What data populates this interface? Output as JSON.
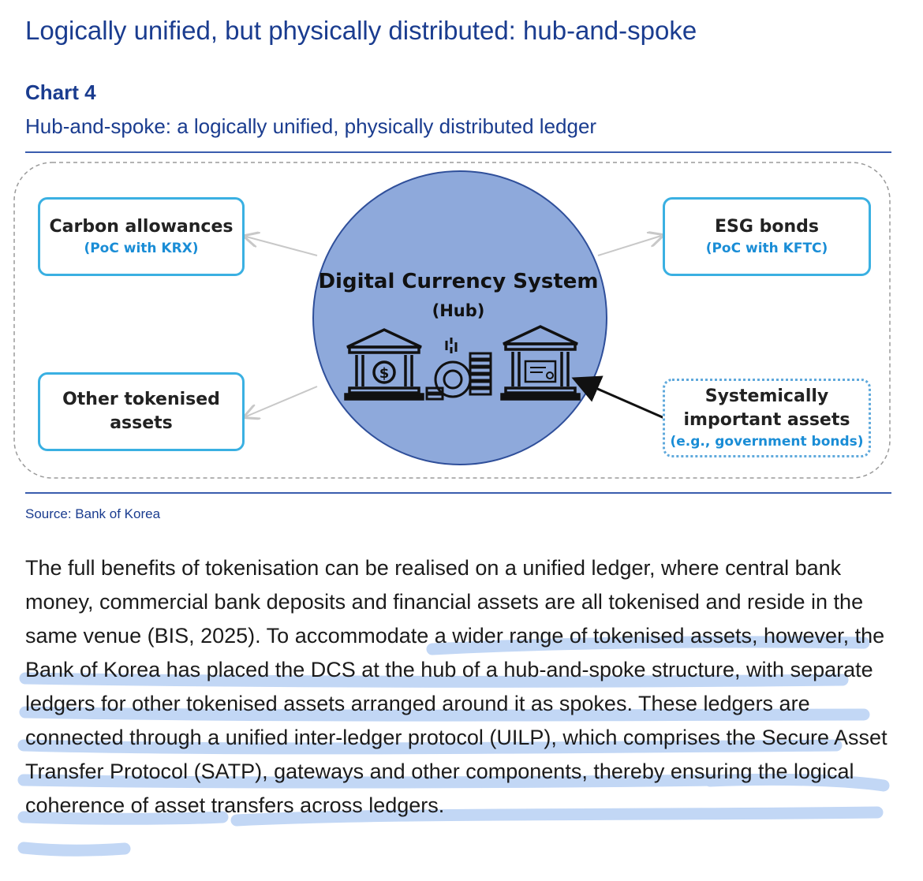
{
  "page_heading": "Logically unified, but physically distributed: hub-and-spoke",
  "chart": {
    "label": "Chart 4",
    "subtitle": "Hub-and-spoke: a logically unified, physically distributed ledger",
    "source": "Source: Bank of Korea"
  },
  "diagram": {
    "hub": {
      "title": "Digital Currency System",
      "subtitle": "(Hub)"
    },
    "spokes": {
      "carbon": {
        "title": "Carbon allowances",
        "sub": "(PoC with KRX)"
      },
      "esg": {
        "title": "ESG bonds",
        "sub": "(PoC with KFTC)"
      },
      "other": {
        "line1": "Other tokenised",
        "line2": "assets"
      },
      "systemic": {
        "line1": "Systemically",
        "line2": "important assets",
        "sub": "(e.g., government bonds)"
      }
    },
    "colors": {
      "hub_fill": "#8ea9db",
      "box_border": "#3ab0e2",
      "accent_blue": "#1a8dd6",
      "heading_blue": "#1a3c8f",
      "highlight": "#bcd3f5"
    },
    "icons": [
      "bank-dollar-icon",
      "coins-stack-icon",
      "bank-certificate-icon"
    ]
  },
  "body_paragraph": "The full benefits of tokenisation can be realised on a unified ledger, where central bank money, commercial bank deposits and financial assets are all tokenised and reside in the same venue (BIS, 2025). To accommodate a wider range of tokenised assets, however, the Bank of Korea has placed the DCS at the hub of a hub-and-spoke structure, with separate ledgers for other tokenised assets arranged around it as spokes. These ledgers are connected through a unified inter-ledger protocol (UILP), which comprises the Secure Asset Transfer Protocol (SATP), gateways and other components, thereby ensuring the logical coherence of asset transfers across ledgers."
}
